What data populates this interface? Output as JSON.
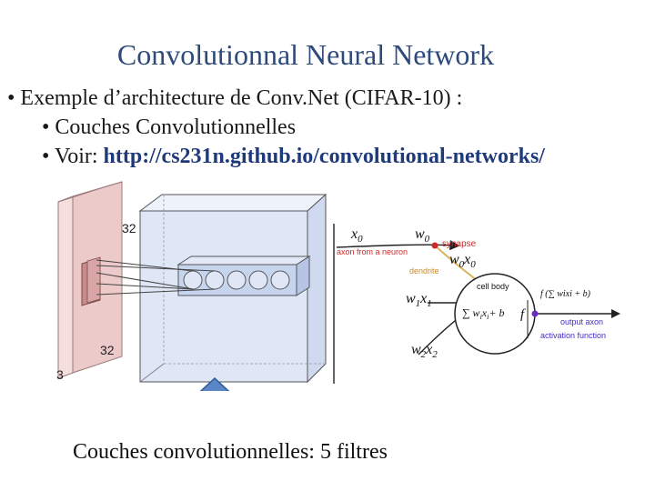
{
  "slide": {
    "title": "Convolutionnal Neural Network",
    "bullet1": "• Exemple d’architecture de Conv.Net  (CIFAR-10) :",
    "bullet2": "• Couches Convolutionnelles",
    "bullet3_prefix": "• Voir: ",
    "bullet3_link": "http://cs231n.github.io/convolutional-networks/",
    "caption": "Couches convolutionnelles: 5 filtres"
  },
  "figure": {
    "volume_labels": {
      "width": "32",
      "height": "32",
      "depth": "3"
    },
    "neuron": {
      "x0": "x",
      "x0_sub": "0",
      "w0": "w",
      "w0_sub": "0",
      "synapse": "synapse",
      "axon_from_neuron": "axon from a neuron",
      "w0x0": "w",
      "dendrite": "dendrite",
      "cell_body": "cell body",
      "w1x1": "w",
      "sum_expr": "∑ w",
      "plus_b": "+ b",
      "f": "f",
      "f_expr": "f (∑ wixi + b)",
      "output_axon": "output axon",
      "activation_function": "activation function",
      "w2x2": "w"
    },
    "colors": {
      "accent": "#cc2a2a",
      "arrow": "#4f7fc0",
      "arrow_border": "#2e5a99",
      "input_volume": "#f2d6d6",
      "conv_volume": "#dbe5f5"
    }
  }
}
